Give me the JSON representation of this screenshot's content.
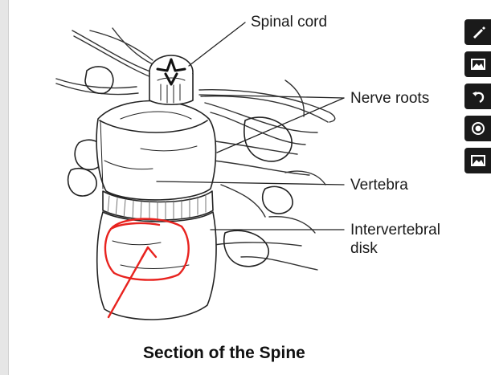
{
  "figure": {
    "caption": "Section of the Spine",
    "labels": {
      "spinal_cord": "Spinal cord",
      "nerve_roots": "Nerve roots",
      "vertebra": "Vertebra",
      "intervertebral_line1": "Intervertebral",
      "intervertebral_line2": "disk"
    }
  },
  "annotation": {
    "color": "#e8231f",
    "shapes": [
      "circle",
      "arrow"
    ]
  },
  "toolbar": {
    "items": [
      {
        "icon": "pen-icon"
      },
      {
        "icon": "image-icon"
      },
      {
        "icon": "undo-icon"
      },
      {
        "icon": "record-icon"
      },
      {
        "icon": "image-icon"
      }
    ]
  }
}
